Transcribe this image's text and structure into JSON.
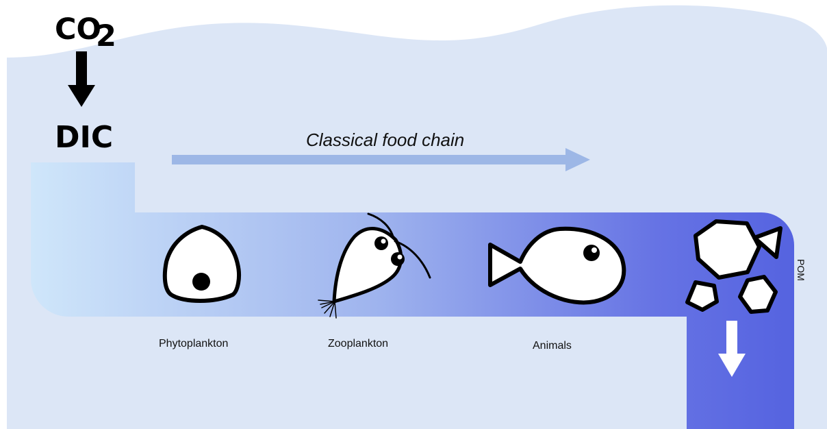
{
  "colors": {
    "water": "#dce6f6",
    "pipe_start": "#cfe6fa",
    "pipe_end": "#5563e0",
    "chain_arrow": "#9db7e6",
    "outline": "#000000",
    "organism_fill": "#ffffff"
  },
  "labels": {
    "co2_main": "CO",
    "co2_sub": "2",
    "dic": "DIC",
    "food_chain": "Classical food chain",
    "phytoplankton": "Phytoplankton",
    "zooplankton": "Zooplankton",
    "animals": "Animals",
    "pom": "POM"
  },
  "icons": [
    "phytoplankton-cell-icon",
    "zooplankton-icon",
    "fish-icon",
    "particle-icon",
    "sinking-arrow-icon",
    "down-arrow-icon"
  ]
}
